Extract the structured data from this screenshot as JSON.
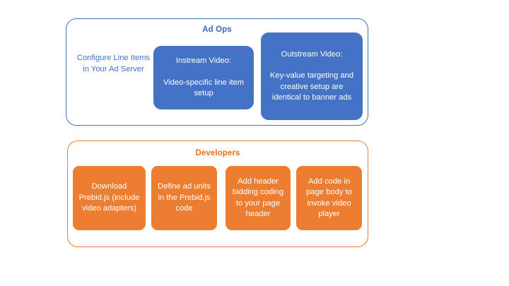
{
  "diagram": {
    "background_color": "#FFFFFF",
    "groups": [
      {
        "id": "ad-ops",
        "title": "Ad Ops",
        "accent_color": "#4472C4",
        "plain_items": [
          {
            "id": "configure-line-items",
            "text": "Configure Line Items in Your Ad Server"
          }
        ],
        "cards": [
          {
            "id": "instream-video",
            "heading": "Instream Video:",
            "body": "Video-specific line item setup",
            "fill_color": "#4472C4",
            "text_color": "#FFFFFF"
          },
          {
            "id": "outstream-video",
            "heading": "Outstream Video:",
            "body": "Key-value targeting and creative setup are identical to banner ads",
            "fill_color": "#4472C4",
            "text_color": "#FFFFFF"
          }
        ]
      },
      {
        "id": "developers",
        "title": "Developers",
        "accent_color": "#ED7D31",
        "cards": [
          {
            "id": "download-prebid",
            "body": "Download Prebid.js (include video adapters)",
            "fill_color": "#ED7D31",
            "text_color": "#FFFFFF"
          },
          {
            "id": "define-ad-units",
            "body": "Define ad units in the Prebid.js code",
            "fill_color": "#ED7D31",
            "text_color": "#FFFFFF"
          },
          {
            "id": "add-header-bidding",
            "body": "Add header bidding coding to your page header",
            "fill_color": "#ED7D31",
            "text_color": "#FFFFFF"
          },
          {
            "id": "add-page-body-code",
            "body": "Add code in page body to invoke video player",
            "fill_color": "#ED7D31",
            "text_color": "#FFFFFF"
          }
        ]
      }
    ]
  }
}
